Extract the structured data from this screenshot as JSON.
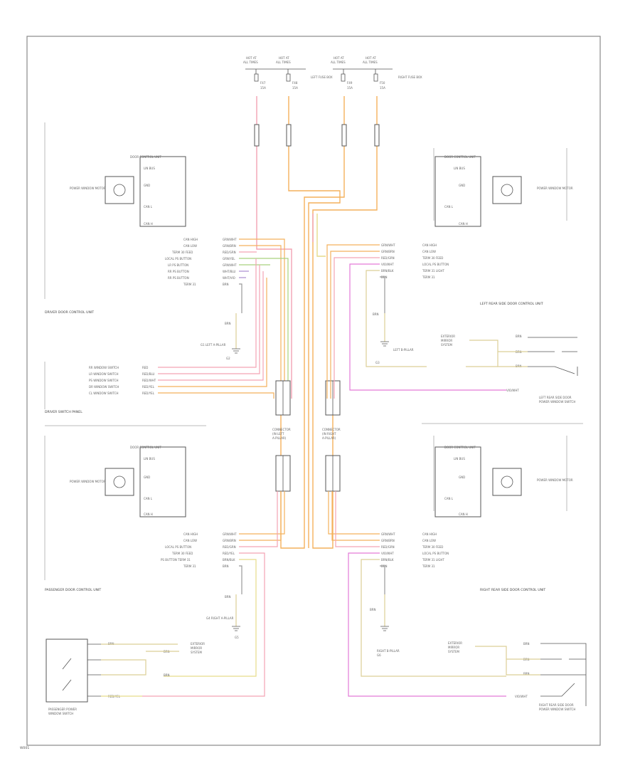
{
  "page": {
    "code": "W001"
  },
  "colors": {
    "pink": "#f3a3b3",
    "orange": "#f4b15c",
    "yellow": "#e6dc8a",
    "green": "#a9d27d",
    "purple": "#a98bd0",
    "magenta": "#e37ad8",
    "gray": "#9a9a9a",
    "tan": "#dccf96",
    "dark": "#555555"
  },
  "top_fuses": [
    {
      "label1": "HOT AT",
      "label2": "ALL TIMES",
      "fuse": "F47",
      "amp": "15A"
    },
    {
      "label1": "HOT AT",
      "label2": "ALL TIMES",
      "fuse": "F48",
      "amp": "15A"
    },
    {
      "label1": "HOT AT",
      "label2": "ALL TIMES",
      "fuse": "F49",
      "amp": "15A"
    },
    {
      "label1": "HOT AT",
      "label2": "ALL TIMES",
      "fuse": "F50",
      "amp": "15A"
    }
  ],
  "fuse_boxes": {
    "left": "LEFT FUSE BOX",
    "right": "RIGHT FUSE BOX"
  },
  "modules": {
    "driver_door": {
      "title": "DOOR CONTROL UNIT",
      "pins": [
        "LIN BUS",
        "GND",
        "CAN L",
        "CAN H"
      ],
      "motor": "POWER WINDOW MOTOR",
      "section": "DRIVER DOOR CONTROL UNIT"
    },
    "left_rear_door": {
      "title": "DOOR CONTROL UNIT",
      "pins": [
        "LIN BUS",
        "GND",
        "CAN L",
        "CAN H"
      ],
      "motor": "POWER WINDOW MOTOR",
      "section": "LEFT REAR SIDE DOOR CONTROL UNIT"
    },
    "passenger_door": {
      "title": "DOOR CONTROL UNIT",
      "pins": [
        "LIN BUS",
        "GND",
        "CAN L",
        "CAN H"
      ],
      "motor": "POWER WINDOW MOTOR",
      "section": "PASSENGER DOOR CONTROL UNIT"
    },
    "right_rear_door": {
      "title": "DOOR CONTROL UNIT",
      "pins": [
        "LIN BUS",
        "GND",
        "CAN L",
        "CAN H"
      ],
      "motor": "POWER WINDOW MOTOR",
      "section": "RIGHT REAR SIDE DOOR CONTROL UNIT"
    }
  },
  "driver_pins": {
    "labels": [
      "CAN HIGH",
      "CAN LOW",
      "TERM 30 FEED",
      "LOCAL PS BUTTON",
      "LR PS BUTTON",
      "RR PS BUTTON",
      "RR PS BUTTON",
      "TERM 31"
    ],
    "wires": [
      "GRN/WHT",
      "GRN/BRN",
      "RED/GRN",
      "GRN/YEL",
      "GRN/WHT",
      "WHT/BLU",
      "WHT/VIO",
      "BRN"
    ]
  },
  "left_rear_pins": {
    "labels": [
      "CAN HIGH",
      "CAN LOW",
      "TERM 30 FEED",
      "LOCAL PS BUTTON",
      "TERM 31 LIGHT",
      "TERM 31"
    ],
    "wires": [
      "GRN/WHT",
      "GRN/BRN",
      "RED/GRN",
      "VIO/WHT",
      "BRN/BLK",
      "BRN"
    ]
  },
  "passenger_pins": {
    "labels": [
      "CAN HIGH",
      "CAN LOW",
      "LOCAL PS BUTTON",
      "TERM 30 FEED",
      "PS BUTTON TERM 31",
      "TERM 31"
    ],
    "wires": [
      "GRN/WHT",
      "GRN/BRN",
      "RED/GRN",
      "RED/YEL",
      "BRN/BLK",
      "BRN"
    ]
  },
  "right_rear_pins": {
    "labels": [
      "CAN HIGH",
      "CAN LOW",
      "TERM 30 FEED",
      "LOCAL PS BUTTON",
      "TERM 31 LIGHT",
      "TERM 31"
    ],
    "wires": [
      "GRN/WHT",
      "GRN/BRN",
      "RED/GRN",
      "VIO/WHT",
      "BRN/BLK",
      "BRN"
    ]
  },
  "switch_panel": {
    "section": "DRIVER SWITCH PANEL",
    "labels": [
      "RR WINDOW SWITCH",
      "LR WINDOW SWITCH",
      "PS WINDOW SWITCH",
      "DR WINDOW SWITCH",
      "CL WINDOW SWITCH"
    ],
    "wires": [
      "RED",
      "RED/BLU",
      "RED/WHT",
      "RED/YEL",
      "RED/YEL"
    ]
  },
  "grounds": {
    "driver": {
      "wire": "BRN",
      "label": "G1 LEFT A-PILLAR",
      "code": "G2"
    },
    "left_rear": {
      "wire": "BRN",
      "label": "LEFT B-PILLAR",
      "code": "G3"
    },
    "passenger": {
      "wire": "BRN",
      "label": "G4 RIGHT A-PILLAR",
      "code": "G5"
    },
    "right_rear": {
      "wire": "BRN",
      "label": "RIGHT B-PILLAR",
      "code": "G6"
    }
  },
  "connectors": {
    "left": [
      "CONNECTOR",
      "(IN LEFT",
      "A-PILLAR)"
    ],
    "right": [
      "CONNECTOR",
      "(IN RIGHT",
      "A-PILLAR)"
    ]
  },
  "left_rear_switch": {
    "section": [
      "LEFT REAR SIDE DOOR",
      "POWER WINDOW SWITCH"
    ],
    "warn": [
      "EXTERIOR",
      "MIRROR",
      "SYSTEM"
    ],
    "wires": [
      "BRN",
      "BRN",
      "BRN",
      "VIO/WHT"
    ]
  },
  "passenger_switch": {
    "section": [
      "PASSENGER POWER",
      "WINDOW SWITCH"
    ],
    "warn": [
      "EXTERIOR",
      "MIRROR",
      "SYSTEM"
    ],
    "wires": [
      "BRN",
      "BRN",
      "BRN",
      "RED/YEL"
    ]
  },
  "right_rear_switch": {
    "section": [
      "RIGHT REAR SIDE DOOR",
      "POWER WINDOW SWITCH"
    ],
    "warn": [
      "EXTERIOR",
      "MIRROR",
      "SYSTEM"
    ],
    "wires": [
      "BRN",
      "BRN",
      "BRN",
      "VIO/WHT"
    ]
  }
}
